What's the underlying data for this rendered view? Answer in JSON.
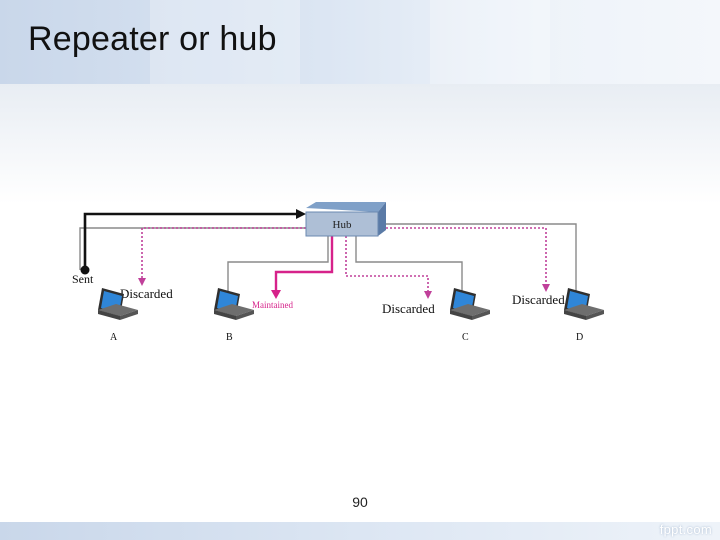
{
  "slide": {
    "title": "Repeater or hub",
    "page_number": "90",
    "watermark": "fppt.com"
  },
  "diagram": {
    "hub_label": "Hub",
    "sent_label": "Sent",
    "discarded_a": "Discarded",
    "maintained_b": "Maintained",
    "discarded_c": "Discarded",
    "discarded_d": "Discarded",
    "node_a": "A",
    "node_b": "B",
    "node_c": "C",
    "node_d": "D",
    "colors": {
      "maintained": "#d6228a",
      "discarded": "#c0409a",
      "wire": "#8a8a8a",
      "sent": "#111111",
      "hub": "#aebfd6",
      "laptop_screen": "#2f86d8"
    }
  }
}
